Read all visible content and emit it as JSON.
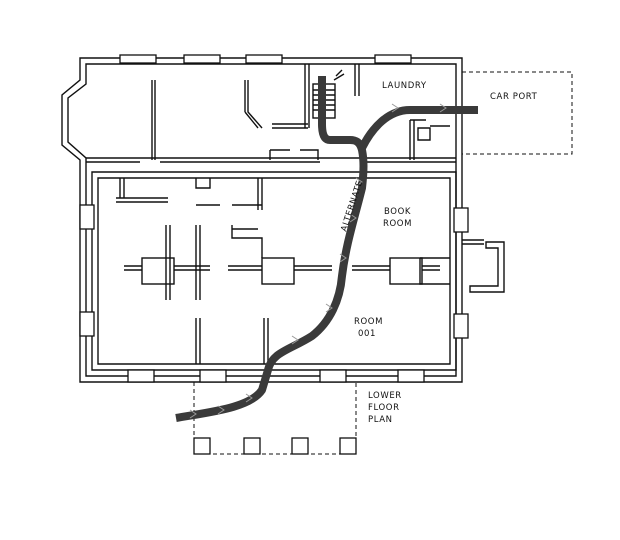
{
  "labels": {
    "laundry": "LAUNDRY",
    "car_port": "CAR PORT",
    "alternate": "ALTERNATE",
    "book_room_line1": "BOOK",
    "book_room_line2": "ROOM",
    "room_line1": "ROOM",
    "room_line2": "001",
    "plan_line1": "LOWER",
    "plan_line2": "FLOOR",
    "plan_line3": "PLAN"
  }
}
